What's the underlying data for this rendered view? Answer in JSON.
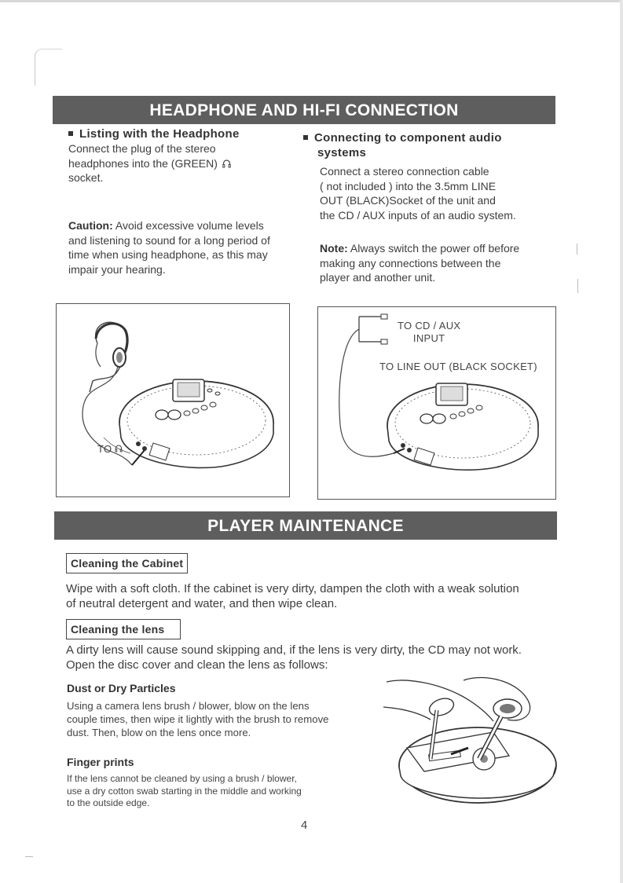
{
  "section1": {
    "title": "HEADPHONE AND HI-FI CONNECTION",
    "left": {
      "heading": "Listing with the Headphone",
      "line1": "Connect the plug of the stereo",
      "line2": "headphones into the (GREEN)",
      "line3": "socket.",
      "caution_label": "Caution:",
      "caution_line1": " Avoid excessive volume levels",
      "caution_line2": "and listening to sound for a long period of",
      "caution_line3": "time when using headphone, as this may",
      "caution_line4": "impair your hearing."
    },
    "right": {
      "heading_line1": "Connecting to component audio",
      "heading_line2": "systems",
      "line1": "Connect a stereo connection cable",
      "line2": "( not included ) into the 3.5mm LINE",
      "line3": "OUT (BLACK)Socket of the unit and",
      "line4": "the CD / AUX inputs of an audio system.",
      "note_label": "Note:",
      "note_line1": " Always switch the power off before",
      "note_line2": "making any connections between the",
      "note_line3": "player and another unit."
    },
    "figure_left": {
      "to_label": "TO"
    },
    "figure_right": {
      "aux_line1": "TO CD / AUX",
      "aux_line2": "INPUT",
      "line_out": "TO LINE OUT (BLACK SOCKET)"
    }
  },
  "section2": {
    "title": "PLAYER MAINTENANCE",
    "cabinet_label": "Cleaning the Cabinet",
    "cabinet_line1": "Wipe with a soft cloth. If the cabinet is very dirty, dampen the cloth with a weak solution",
    "cabinet_line2": "of neutral detergent and water, and then wipe clean.",
    "lens_label": "Cleaning the lens",
    "lens_line1": "A dirty  lens will cause sound skipping and, if the lens is very dirty, the CD may not work.",
    "lens_line2": "Open the disc cover and clean the lens as follows:",
    "dust_heading": "Dust or Dry Particles",
    "dust_line1": "Using a  camera lens  brush  /  blower,  blow  on  the  lens",
    "dust_line2": "couple times, then wipe it lightly with the brush to remove",
    "dust_line3": "dust. Then, blow on the lens once more.",
    "finger_heading": "Finger prints",
    "finger_line1": "If the lens cannot be cleaned by using a brush / blower,",
    "finger_line2": "use a dry cotton swab starting in the middle and working",
    "finger_line3": "to the outside edge."
  },
  "page_number": "4",
  "icons": [
    "headphone-icon",
    "bullet-icon"
  ]
}
